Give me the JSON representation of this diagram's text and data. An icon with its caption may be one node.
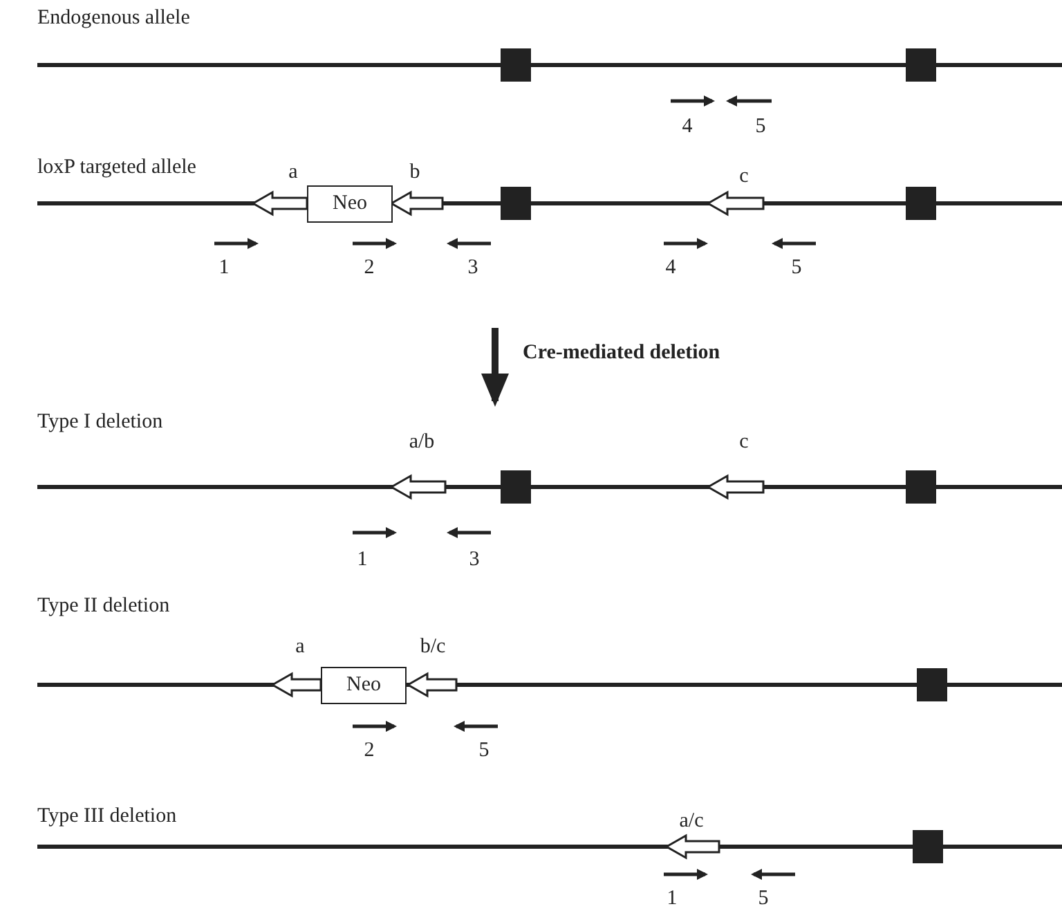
{
  "diagram": {
    "nodes": [
      {
        "text": [
          "Neo"
        ]
      },
      {
        "text": [
          "Neo"
        ]
      }
    ],
    "labels": [
      "Endogenous allele",
      "4",
      "5",
      "loxP targeted allele",
      "a",
      "b",
      "c",
      "1",
      "2",
      "3",
      "4",
      "5",
      "Cre-mediated deletion",
      "Type I deletion",
      "a/b",
      "c",
      "1",
      "3",
      "Type II deletion",
      "a",
      "b/c",
      "2",
      "5",
      "Type III deletion",
      "a/c",
      "1",
      "5"
    ]
  }
}
